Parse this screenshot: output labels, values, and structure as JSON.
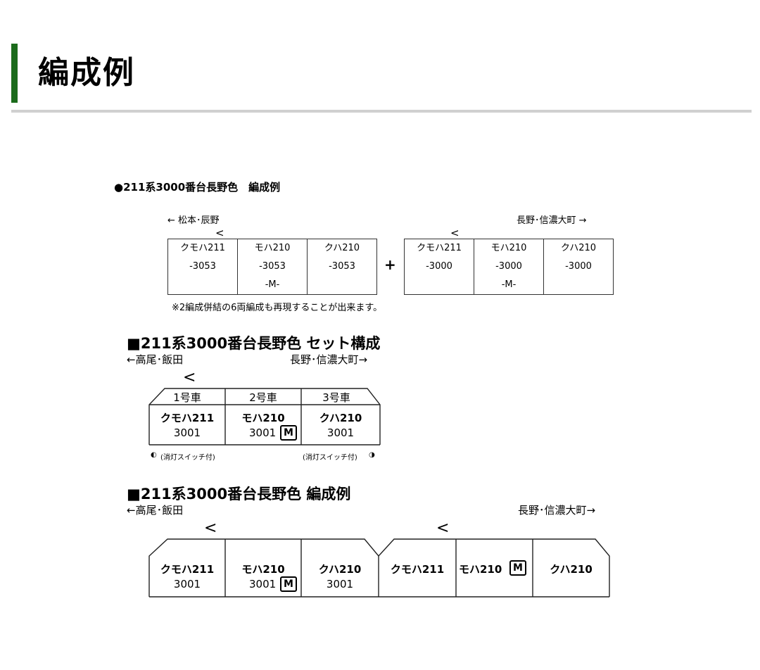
{
  "header": {
    "title": "編成例"
  },
  "section1": {
    "title": "●211系3000番台長野色　編成例",
    "dir_left": "← 松本･辰野",
    "dir_right": "長野･信濃大町 →",
    "arrow": "<",
    "plus": "+",
    "unit1": [
      {
        "name": "クモハ211",
        "number": "-3053",
        "mark": ""
      },
      {
        "name": "モハ210",
        "number": "-3053",
        "mark": "-M-"
      },
      {
        "name": "クハ210",
        "number": "-3053",
        "mark": ""
      }
    ],
    "unit2": [
      {
        "name": "クモハ211",
        "number": "-3000",
        "mark": ""
      },
      {
        "name": "モハ210",
        "number": "-3000",
        "mark": "-M-"
      },
      {
        "name": "クハ210",
        "number": "-3000",
        "mark": ""
      }
    ],
    "note": "※2編成併結の6両編成も再現することが出来ます。"
  },
  "section2": {
    "title": "■211系3000番台長野色 セット構成",
    "dir_left": "←高尾･飯田",
    "dir_right": "長野･信濃大町→",
    "chevron": "<",
    "cars": [
      {
        "position": "1号車",
        "name": "クモハ211",
        "number": "3001"
      },
      {
        "position": "2号車",
        "name": "モハ210",
        "number": "3001"
      },
      {
        "position": "3号車",
        "name": "クハ210",
        "number": "3001"
      }
    ],
    "motor_badge": "M",
    "lamp_left": "(消灯スイッチ付)",
    "lamp_right": "(消灯スイッチ付)"
  },
  "section3": {
    "title": "■211系3000番台長野色 編成例",
    "dir_left": "←高尾･飯田",
    "dir_right": "長野･信濃大町→",
    "chevron": "<",
    "unit1": [
      {
        "name": "クモハ211",
        "number": "3001"
      },
      {
        "name": "モハ210",
        "number": "3001"
      },
      {
        "name": "クハ210",
        "number": "3001"
      }
    ],
    "unit2": [
      {
        "name": "クモハ211"
      },
      {
        "name": "モハ210"
      },
      {
        "name": "クハ210"
      }
    ],
    "motor_badge": "M"
  }
}
